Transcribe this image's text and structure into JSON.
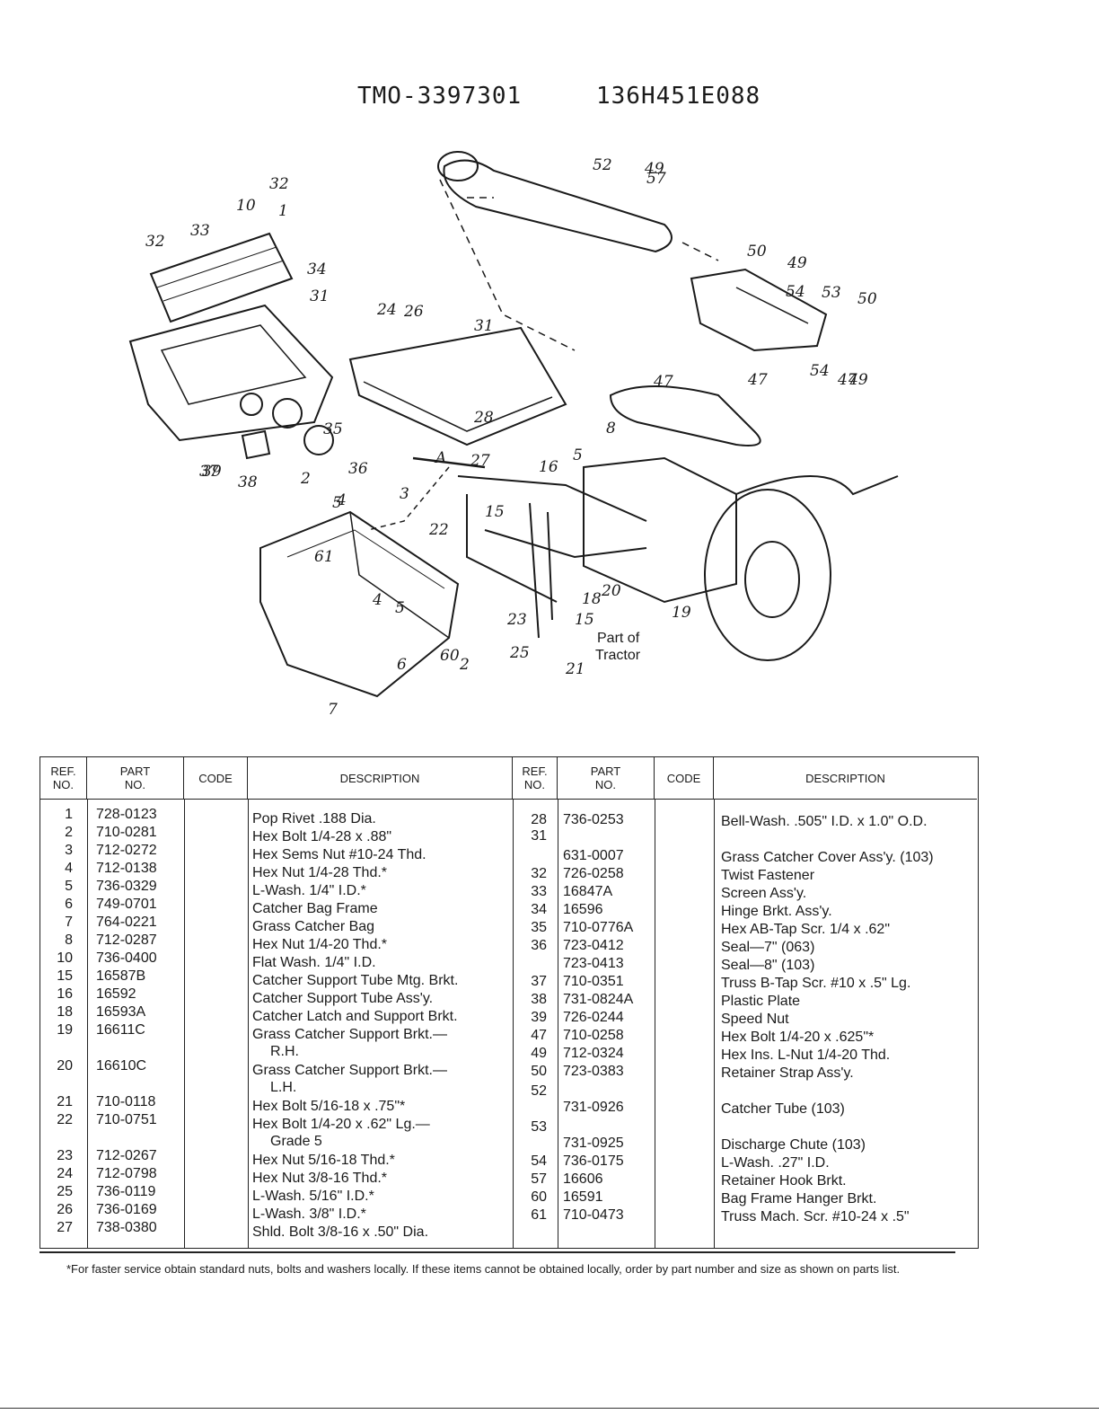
{
  "header": {
    "model": "TMO-3397301",
    "serial": "136H451E088"
  },
  "diagram": {
    "callouts": [
      "1",
      "2",
      "2",
      "3",
      "4",
      "4",
      "5",
      "5",
      "5",
      "6",
      "7",
      "8",
      "10",
      "15",
      "15",
      "16",
      "18",
      "19",
      "20",
      "21",
      "22",
      "23",
      "24",
      "25",
      "26",
      "27",
      "28",
      "31",
      "31",
      "32",
      "32",
      "33",
      "34",
      "35",
      "36",
      "37",
      "38",
      "39",
      "47",
      "47",
      "47",
      "49",
      "49",
      "49",
      "50",
      "50",
      "52",
      "53",
      "54",
      "54",
      "57",
      "60",
      "61"
    ],
    "caption_line1": "Part of",
    "caption_line2": "Tractor",
    "marker_a": "A"
  },
  "table": {
    "headers": {
      "ref": "REF.\nNO.",
      "part": "PART\nNO.",
      "code": "CODE",
      "desc": "DESCRIPTION"
    },
    "left": [
      {
        "ref": "1",
        "part": "728-0123",
        "desc": "Pop Rivet .188 Dia."
      },
      {
        "ref": "2",
        "part": "710-0281",
        "desc": "Hex Bolt 1/4-28 x .88\""
      },
      {
        "ref": "3",
        "part": "712-0272",
        "desc": "Hex Sems Nut #10-24 Thd."
      },
      {
        "ref": "4",
        "part": "712-0138",
        "desc": "Hex Nut 1/4-28 Thd.*"
      },
      {
        "ref": "5",
        "part": "736-0329",
        "desc": "L-Wash. 1/4\" I.D.*"
      },
      {
        "ref": "6",
        "part": "749-0701",
        "desc": "Catcher Bag Frame"
      },
      {
        "ref": "7",
        "part": "764-0221",
        "desc": "Grass Catcher Bag"
      },
      {
        "ref": "8",
        "part": "712-0287",
        "desc": "Hex Nut 1/4-20 Thd.*"
      },
      {
        "ref": "10",
        "part": "736-0400",
        "desc": "Flat Wash. 1/4\" I.D."
      },
      {
        "ref": "15",
        "part": "16587B",
        "desc": "Catcher Support Tube Mtg. Brkt."
      },
      {
        "ref": "16",
        "part": "16592",
        "desc": "Catcher Support Tube Ass'y."
      },
      {
        "ref": "18",
        "part": "16593A",
        "desc": "Catcher Latch and Support Brkt."
      },
      {
        "ref": "19",
        "part": "16611C",
        "desc": "Grass Catcher Support Brkt.—",
        "desc2": "R.H."
      },
      {
        "ref": "20",
        "part": "16610C",
        "desc": "Grass Catcher Support Brkt.—",
        "desc2": "L.H."
      },
      {
        "ref": "21",
        "part": "710-0118",
        "desc": "Hex Bolt 5/16-18 x .75\"*"
      },
      {
        "ref": "22",
        "part": "710-0751",
        "desc": "Hex Bolt 1/4-20 x .62\" Lg.—",
        "desc2": "Grade 5"
      },
      {
        "ref": "23",
        "part": "712-0267",
        "desc": "Hex Nut 5/16-18 Thd.*"
      },
      {
        "ref": "24",
        "part": "712-0798",
        "desc": "Hex Nut 3/8-16 Thd.*"
      },
      {
        "ref": "25",
        "part": "736-0119",
        "desc": "L-Wash. 5/16\" I.D.*"
      },
      {
        "ref": "26",
        "part": "736-0169",
        "desc": "L-Wash. 3/8\" I.D.*"
      },
      {
        "ref": "27",
        "part": "738-0380",
        "desc": "Shld. Bolt 3/8-16 x .50\" Dia."
      }
    ],
    "right": [
      {
        "ref": "28",
        "part": "736-0253",
        "desc": "Bell-Wash. .505\" I.D. x 1.0\" O.D."
      },
      {
        "ref": "31",
        "part": "",
        "desc": ""
      },
      {
        "ref": "",
        "part": "631-0007",
        "desc": "Grass Catcher Cover Ass'y. (103)"
      },
      {
        "ref": "32",
        "part": "726-0258",
        "desc": "Twist Fastener"
      },
      {
        "ref": "33",
        "part": "16847A",
        "desc": "Screen Ass'y."
      },
      {
        "ref": "34",
        "part": "16596",
        "desc": "Hinge Brkt. Ass'y."
      },
      {
        "ref": "35",
        "part": "710-0776A",
        "desc": "Hex AB-Tap Scr. 1/4 x .62\""
      },
      {
        "ref": "36",
        "part": "723-0412",
        "desc": "Seal—7\" (063)"
      },
      {
        "ref": "",
        "part": "723-0413",
        "desc": "Seal—8\" (103)"
      },
      {
        "ref": "37",
        "part": "710-0351",
        "desc": "Truss B-Tap Scr. #10 x .5\" Lg."
      },
      {
        "ref": "38",
        "part": "731-0824A",
        "desc": "Plastic Plate"
      },
      {
        "ref": "39",
        "part": "726-0244",
        "desc": "Speed Nut"
      },
      {
        "ref": "47",
        "part": "710-0258",
        "desc": "Hex Bolt 1/4-20 x .625\"*"
      },
      {
        "ref": "49",
        "part": "712-0324",
        "desc": "Hex Ins. L-Nut 1/4-20 Thd."
      },
      {
        "ref": "50",
        "part": "723-0383",
        "desc": "Retainer Strap Ass'y."
      },
      {
        "ref": "52",
        "part": "",
        "desc": ""
      },
      {
        "ref": "",
        "part": "731-0926",
        "desc": "Catcher Tube (103)"
      },
      {
        "ref": "53",
        "part": "",
        "desc": ""
      },
      {
        "ref": "",
        "part": "731-0925",
        "desc": "Discharge Chute (103)"
      },
      {
        "ref": "54",
        "part": "736-0175",
        "desc": "L-Wash. .27\" I.D."
      },
      {
        "ref": "57",
        "part": "16606",
        "desc": "Retainer Hook Brkt."
      },
      {
        "ref": "60",
        "part": "16591",
        "desc": "Bag Frame Hanger Brkt."
      },
      {
        "ref": "61",
        "part": "710-0473",
        "desc": "Truss Mach. Scr. #10-24 x .5\""
      }
    ]
  },
  "footnote": "*For faster service obtain standard nuts, bolts and washers locally. If these items cannot be obtained locally, order by part number and size as shown on parts list."
}
